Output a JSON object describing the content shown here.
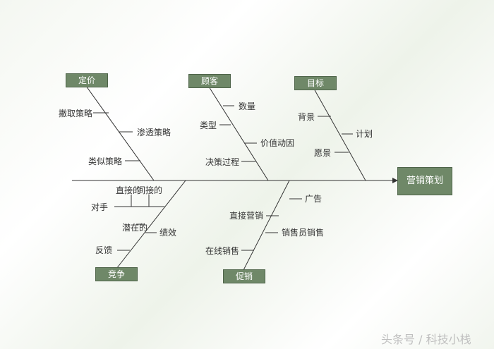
{
  "head": "营销策划",
  "categories": {
    "pricing": "定价",
    "customer": "顾客",
    "goal": "目标",
    "competition": "竞争",
    "promotion": "促销"
  },
  "causes": {
    "pricing": [
      "撇取策略",
      "渗透策略",
      "类似策略"
    ],
    "customer": [
      "数量",
      "类型",
      "价值动因",
      "决策过程"
    ],
    "goal": [
      "背景",
      "计划",
      "愿景"
    ],
    "competition": [
      "直接的",
      "间接的",
      "对手",
      "潜在的",
      "绩效",
      "反馈"
    ],
    "promotion": [
      "广告",
      "直接营销",
      "销售员销售",
      "在线销售"
    ]
  },
  "watermark": "头条号 / 科技小栈",
  "colors": {
    "box": "#6f8868",
    "line": "#333333"
  }
}
